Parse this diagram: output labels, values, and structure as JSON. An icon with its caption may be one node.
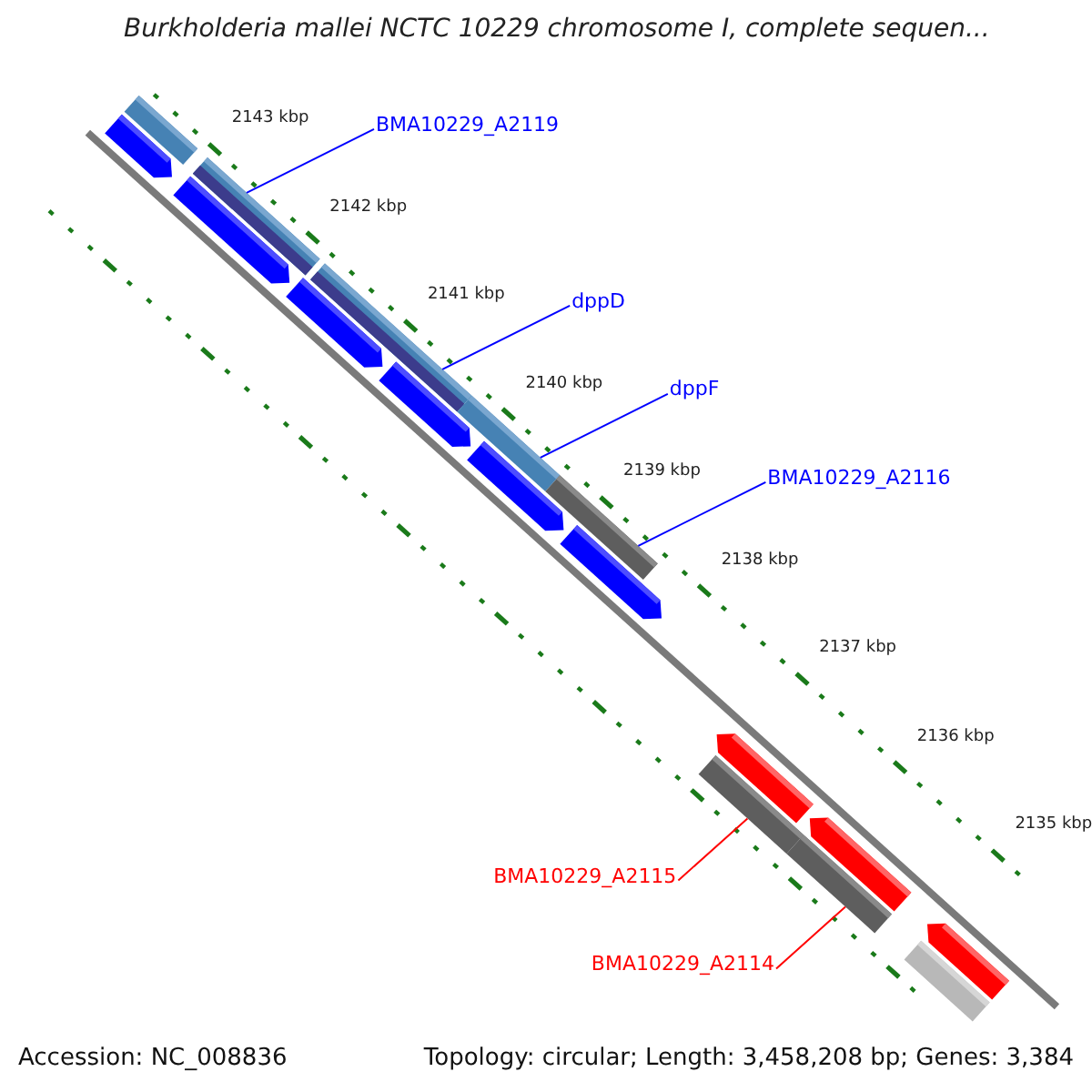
{
  "diagram": {
    "title": "Burkholderia mallei NCTC 10229 chromosome I, complete sequen...",
    "nodes": [
      {
        "text": [
          "BMA10229_A2119"
        ]
      },
      {
        "text": [],
        "shape": "bar"
      },
      {
        "text": [
          "dppD"
        ]
      },
      {
        "text": [],
        "shape": "bar"
      },
      {
        "text": [
          "dppF"
        ]
      },
      {
        "text": [],
        "shape": "bar"
      },
      {
        "text": [
          "BMA10229_A2116"
        ]
      },
      {
        "text": [],
        "shape": "bar"
      },
      {
        "text": [
          "BMA10229_A2115"
        ]
      },
      {
        "text": [],
        "shape": "bar"
      },
      {
        "text": [
          "BMA10229_A2114"
        ]
      },
      {
        "text": [],
        "shape": "bar"
      }
    ],
    "edges": [
      {
        "from": 0,
        "to": 1,
        "arrow": "none"
      },
      {
        "from": 2,
        "to": 3,
        "arrow": "none"
      },
      {
        "from": 4,
        "to": 5,
        "arrow": "none"
      },
      {
        "from": 6,
        "to": 7,
        "arrow": "none"
      },
      {
        "from": 8,
        "to": 9,
        "arrow": "none",
        "color": "#ff0000"
      },
      {
        "from": 10,
        "to": 11,
        "arrow": "none",
        "color": "#ff0000"
      }
    ],
    "labels": [
      "2143 kbp",
      "2142 kbp",
      "2141 kbp",
      "2140 kbp",
      "2139 kbp",
      "2138 kbp",
      "2137 kbp",
      "2136 kbp",
      "2135 kbp",
      "Accession: NC_008836",
      "Topology: circular; Length: 3,458,208 bp; Genes: 3,384"
    ]
  }
}
